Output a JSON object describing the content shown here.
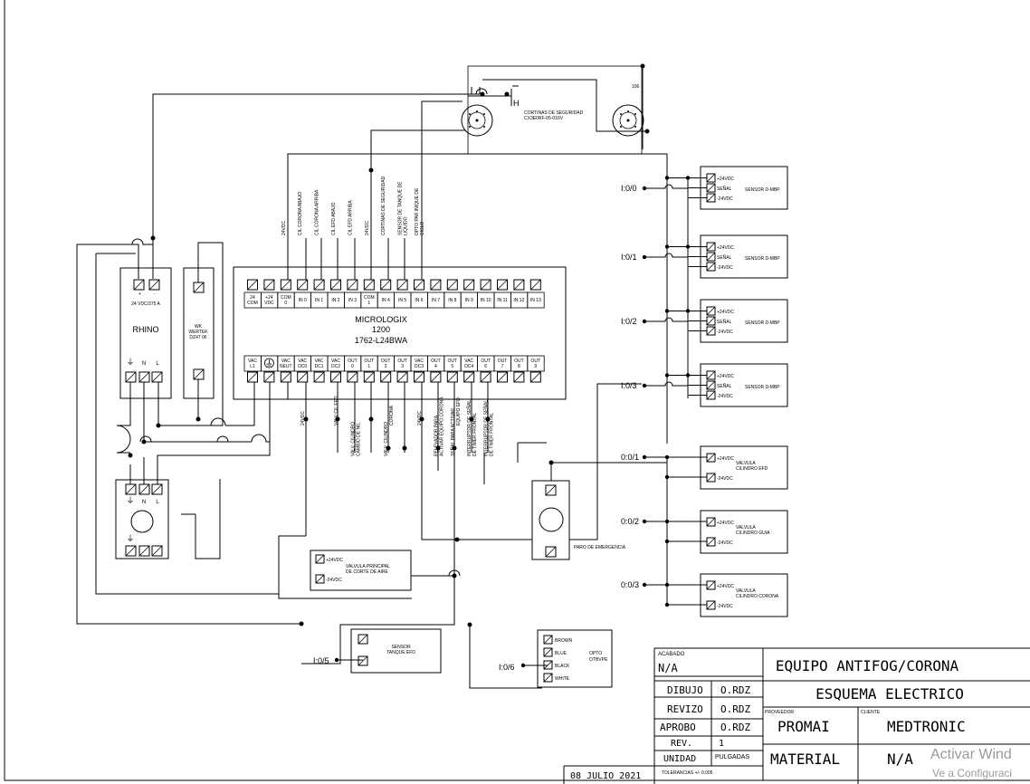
{
  "plc": {
    "name": "MICROLOGIX",
    "model": "1200",
    "part": "1762-L24BWA",
    "top_terminals": [
      "24\nCOM",
      "+24\nVDC",
      "COM\n0",
      "IN 0",
      "IN 1",
      "IN 2",
      "IN 3",
      "COM\n1",
      "IN 4",
      "IN 5",
      "IN 6",
      "IN 7",
      "IN 8",
      "IN 9",
      "IN 10",
      "IN 11",
      "IN 12",
      "IN 13"
    ],
    "bottom_terminals": [
      "VAC\nL1",
      "",
      "VAC\nNEUT",
      "VAC\nDC0",
      "VAC\nDC1",
      "VAC\nDC2",
      "OUT\n0",
      "OUT\n1",
      "OUT\n2",
      "OUT\n3",
      "VAC\nDC3",
      "OUT\n4",
      "OUT\n5",
      "VAC\nDC4",
      "OUT\n6",
      "OUT\n7",
      "OUT\n8",
      "OUT\n9"
    ],
    "input_labels": [
      "24VDC",
      "CIL CORONA ABAJO",
      "CIL CORONA ARRIBA",
      "CIL EFD ABAJO",
      "CIL EFD ARRIBA",
      "24VDC",
      "CORTINAS DE SEGURIDAD",
      "SENSOR DE TANQUE DE\nLIQUIDO",
      "OPTO PAR INIQUE DE\nCICLO"
    ],
    "output_labels": [
      "24VDC",
      "VALV CIL EFD",
      "VALV. CILINDRO\nCAMBIO DE NIL",
      "VALV. CILINDRO\nCORONA",
      "24VDC",
      "RELEVADOR PARA\nACTIVAR EQUIPO CORONA",
      "SEÑAL PARA ACTIVAR\nEQUIPO EFD",
      "INTERRUPTOR DE SEÑAL\nDE TIMER FRONTAL",
      "INTERRUPTOR DE SEÑAL\nDE TIMER FRONTAL"
    ]
  },
  "power_supply": {
    "name": "RHINO",
    "rating": "24 VDC/375 A",
    "ground": "⏚",
    "n": "N",
    "l": "L"
  },
  "breaker": {
    "lines": [
      "WK",
      "WERTEK",
      "DZ47 06"
    ]
  },
  "curtains": {
    "label": "CORTINAS DE SEGURIDAD",
    "part": "CX3E0RF-05-016V",
    "tag": "H",
    "sub": "106"
  },
  "sensors": [
    {
      "io": "I:0/0",
      "name": "SENSOR D-MBP"
    },
    {
      "io": "I:0/1",
      "name": "SENSOR D-MBP"
    },
    {
      "io": "I:0/2",
      "name": "SENSOR D-MBP"
    },
    {
      "io": "I:0/3",
      "name": "SENSOR D-MBP"
    }
  ],
  "sensor_pins": [
    "+24VDC",
    "SEÑAL",
    "-24VDC"
  ],
  "valves": [
    {
      "io": "0:0/1",
      "name": "VALVULA\nCILINDRO EFD"
    },
    {
      "io": "0:0/2",
      "name": "VALVULA\nCILINDRO GUIA"
    },
    {
      "io": "0:0/3",
      "name": "VALVULA\nCILINDRO CORONA"
    }
  ],
  "valve_pins": [
    "+24VDC",
    "-24VDC"
  ],
  "main_valve": {
    "name": "VALVULA PRINCIPAL\nDE CORTE DE AIRE",
    "pins": [
      "+24VDC",
      "-24VDC"
    ]
  },
  "estop": {
    "label": "PARO DE EMERGENCIA"
  },
  "tank_sensor": {
    "io": "I:0/5",
    "name": "SENSOR\nTANQUE EFD"
  },
  "opto": {
    "io": "I:0/6",
    "name": "OPTO",
    "part": "OTBVPE",
    "pins": [
      "BROWN",
      "BLUE",
      "BLACK",
      "WHITE"
    ]
  },
  "lower_outlet": {
    "labels": [
      "⏚",
      "N",
      "L"
    ]
  },
  "title_block": {
    "acabado_label": "ACABADO",
    "acabado_value": "N/A",
    "title": "EQUIPO ANTIFOG/CORONA",
    "subtitle": "ESQUEMA ELECTRICO",
    "dibujo_label": "DIBUJO",
    "dibujo_value": "O.RDZ",
    "revizo_label": "REVIZO",
    "revizo_value": "O.RDZ",
    "aprobo_label": "APROBO",
    "aprobo_value": "O.RDZ",
    "rev_label": "REV.",
    "rev_value": "1",
    "unidad_label": "UNIDAD",
    "unidad_value": "PULGADAS",
    "tolerancias": "TOLERANCIAS +/- 0.005",
    "date": "08 JULIO 2021",
    "proveedor_label": "PROVEEDOR",
    "proveedor_value": "PROMAI",
    "cliente_label": "CLIENTE",
    "cliente_value": "MEDTRONIC",
    "material_label": "MATERIAL",
    "material_value": "N/A"
  },
  "watermark": {
    "line1": "Activar Wind",
    "line2": "Ve a Configuraci"
  }
}
